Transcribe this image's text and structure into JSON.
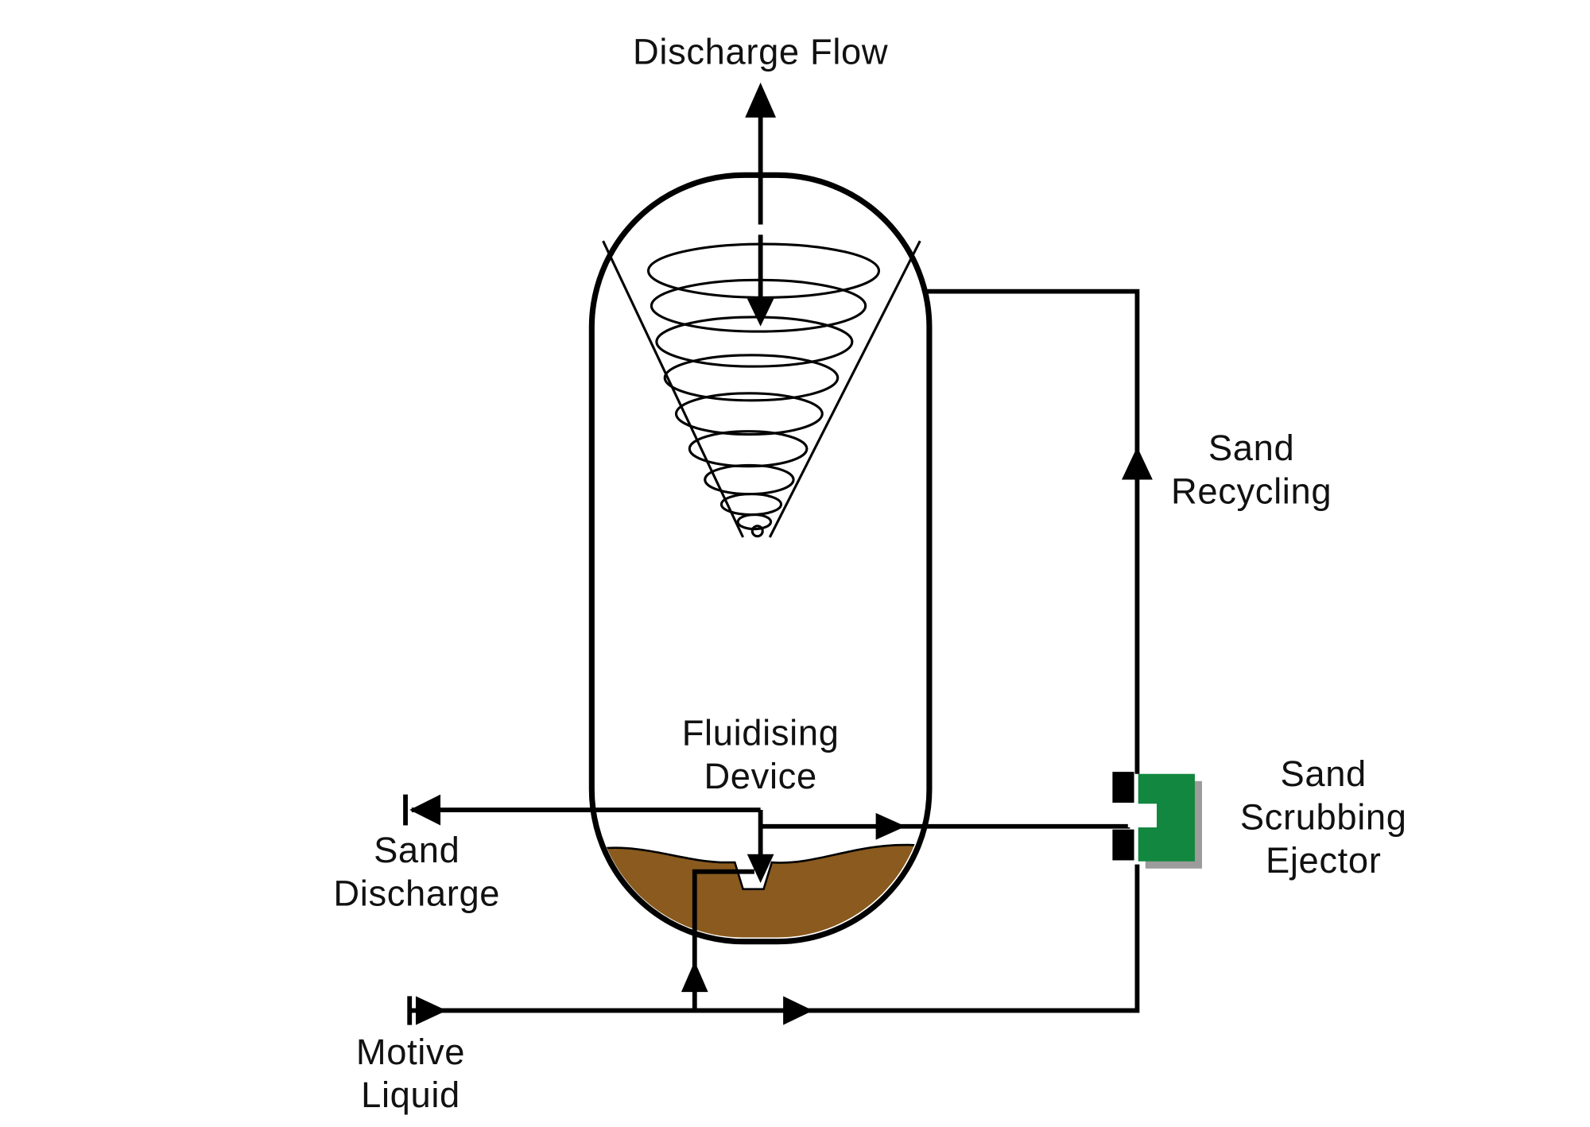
{
  "diagram": {
    "type": "process-flow-diagram",
    "subject": "sand-separation-vessel",
    "labels": {
      "discharge_flow": [
        "Discharge Flow"
      ],
      "sand_recycling": [
        "Sand",
        "Recycling"
      ],
      "fluidising_device": [
        "Fluidising",
        "Device"
      ],
      "sand_discharge": [
        "Sand",
        "Discharge"
      ],
      "sand_scrubbing_ejector": [
        "Sand",
        "Scrubbing",
        "Ejector"
      ],
      "motive_liquid": [
        "Motive",
        "Liquid"
      ]
    },
    "colors": {
      "line": "#000000",
      "text": "#111111",
      "vessel_fill": "#ffffff",
      "sand": "#8a5a1e",
      "ejector_green": "#12873f",
      "ejector_shadow": "#9c9c9c",
      "background": "#ffffff"
    }
  }
}
